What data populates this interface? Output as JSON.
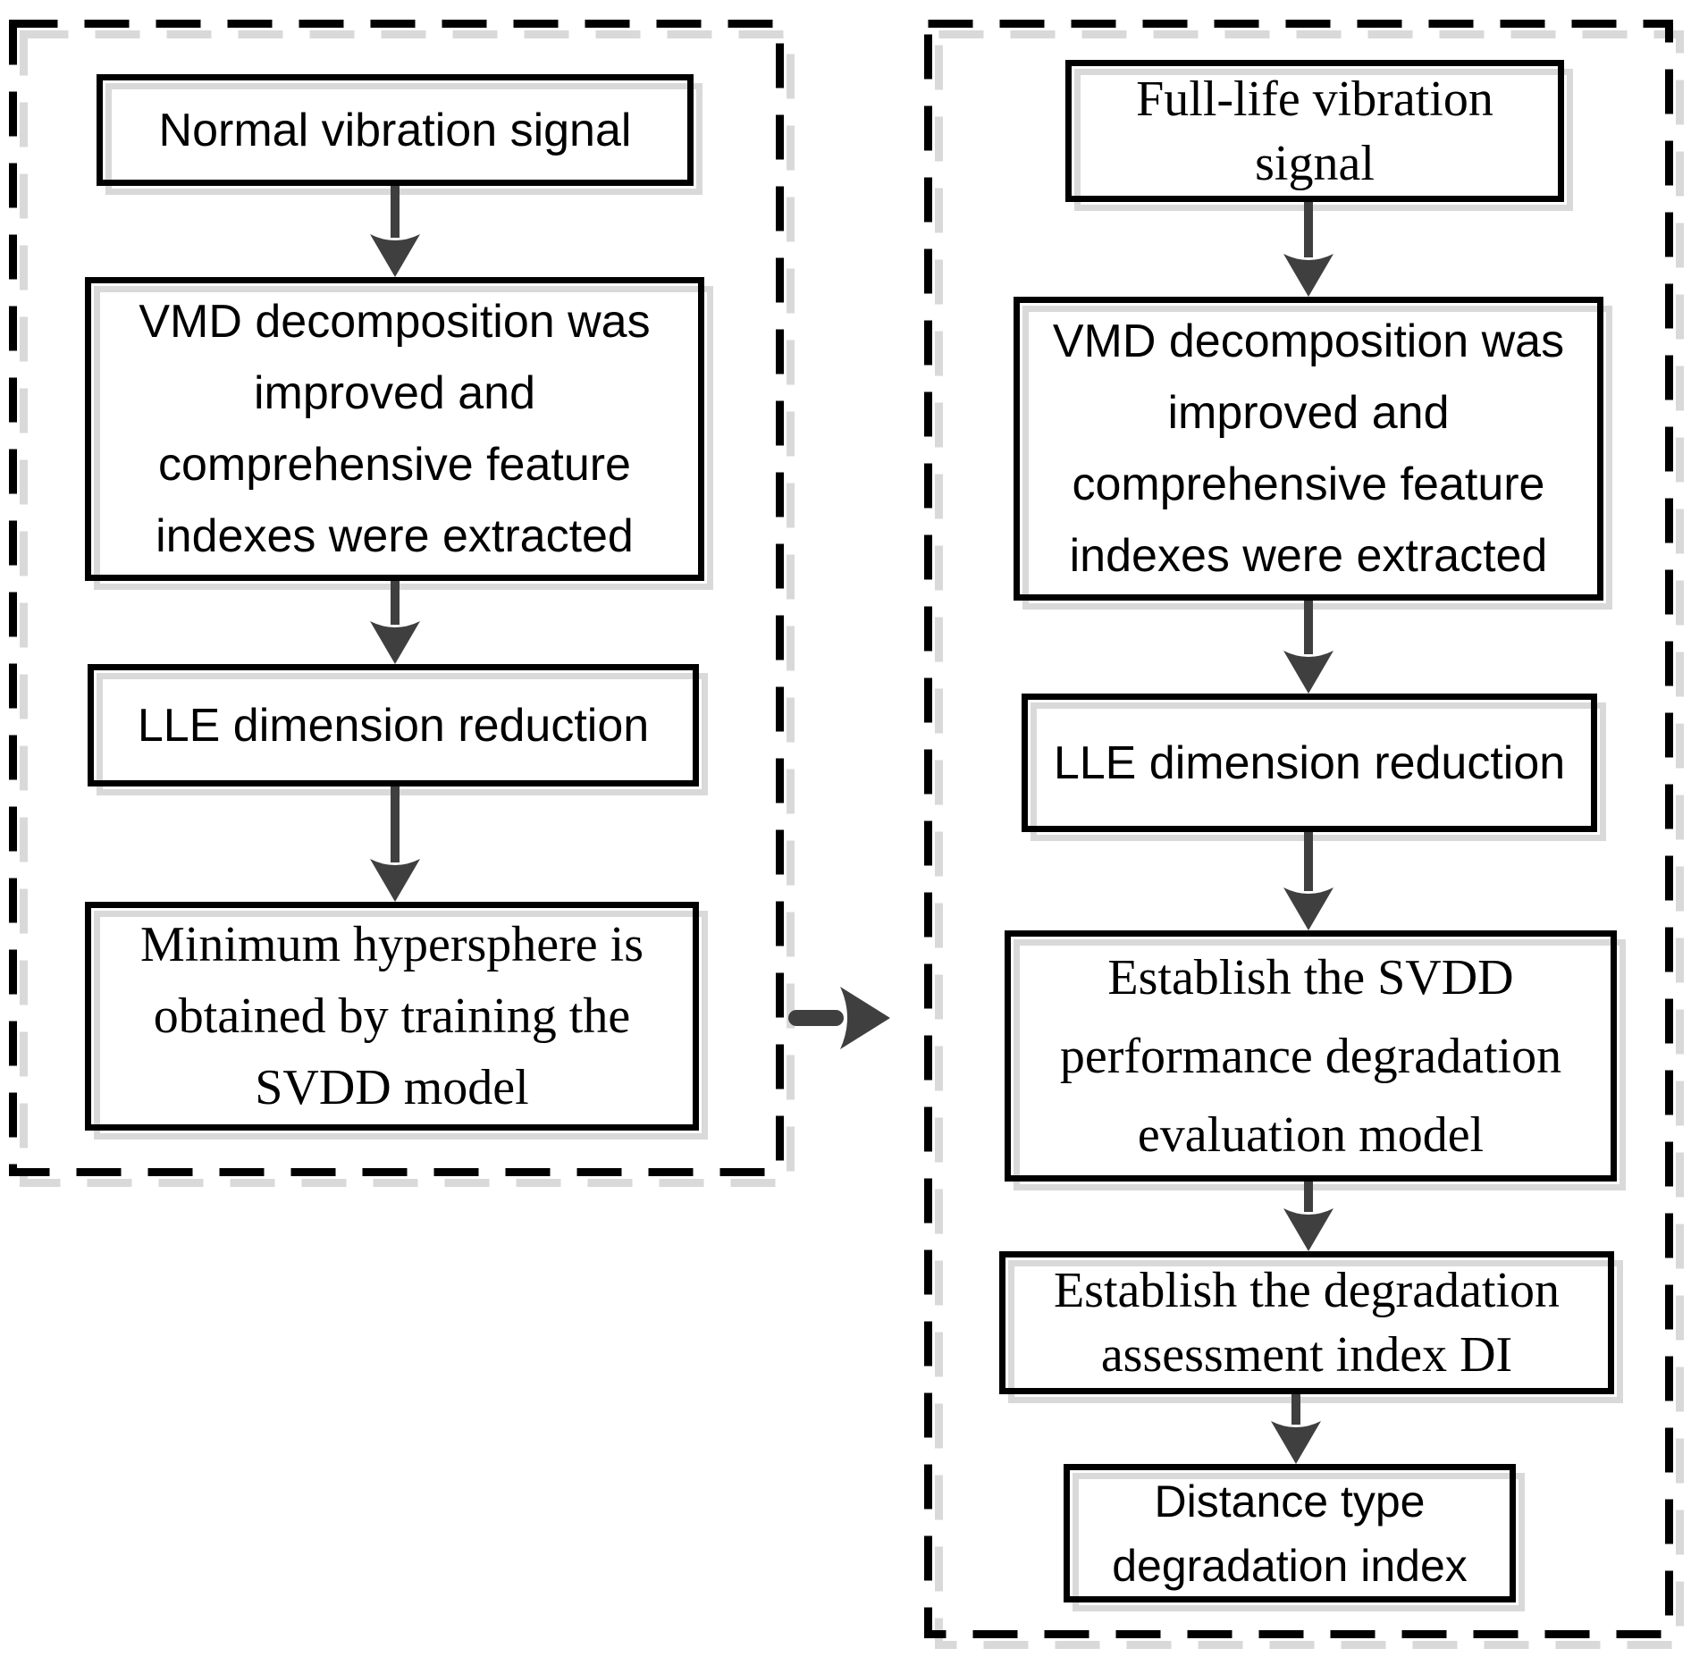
{
  "left_panel": {
    "boxes": [
      {
        "id": "normal-vibration-signal",
        "lines": [
          "Normal vibration signal"
        ]
      },
      {
        "id": "vmd-decomposition",
        "lines": [
          "VMD decomposition was",
          "improved and",
          "comprehensive feature",
          "indexes were extracted"
        ]
      },
      {
        "id": "lle-dimension-reduction",
        "lines": [
          "LLE dimension reduction"
        ]
      },
      {
        "id": "minimum-hypersphere",
        "lines": [
          "Minimum hypersphere is",
          "obtained by training the",
          "SVDD model"
        ]
      }
    ]
  },
  "right_panel": {
    "boxes": [
      {
        "id": "full-life-vibration-signal",
        "lines": [
          "Full-life vibration",
          "signal"
        ]
      },
      {
        "id": "vmd-decomposition",
        "lines": [
          "VMD decomposition was",
          "improved and",
          "comprehensive feature",
          "indexes were extracted"
        ]
      },
      {
        "id": "lle-dimension-reduction",
        "lines": [
          "LLE dimension reduction"
        ]
      },
      {
        "id": "establish-svdd-model",
        "lines": [
          "Establish the SVDD",
          "performance degradation",
          "evaluation model"
        ]
      },
      {
        "id": "establish-degradation-index",
        "lines": [
          "Establish the degradation",
          "assessment index DI"
        ]
      },
      {
        "id": "distance-type-index",
        "lines": [
          "Distance type",
          "degradation index"
        ]
      }
    ]
  },
  "connector": {
    "type": "right-arrow"
  },
  "colors": {
    "box_border": "#000000",
    "shadow": "#d9d9d9",
    "arrow": "#3f3f3f",
    "background": "#ffffff",
    "text": "#000000"
  }
}
